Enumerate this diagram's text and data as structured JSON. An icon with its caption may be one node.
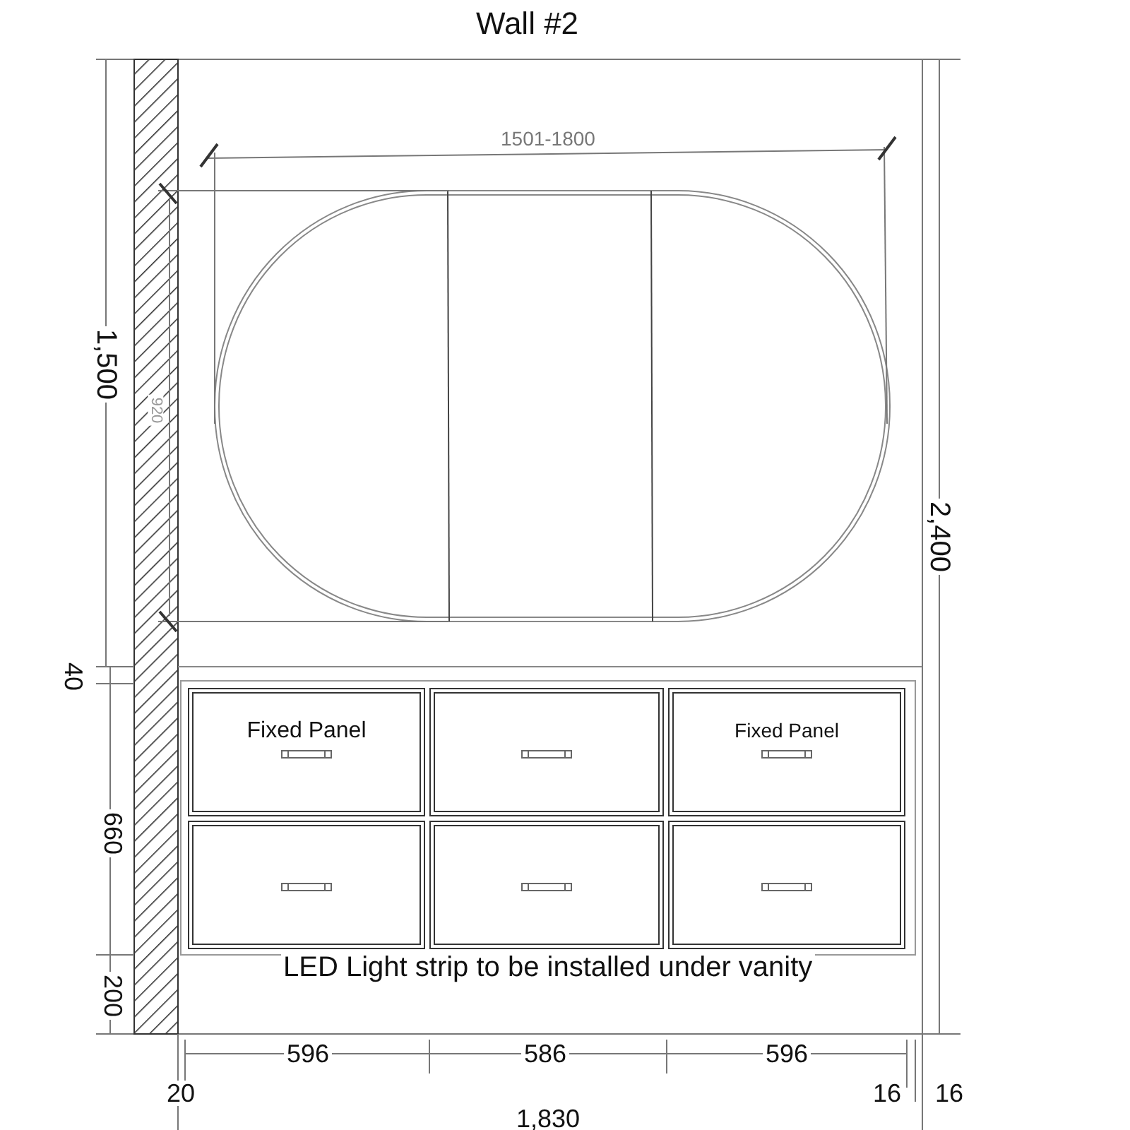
{
  "diagram": {
    "title": "Wall #2",
    "nodes": [
      {
        "text": [
          "Fixed Panel"
        ]
      },
      {
        "text": [],
        "shape": "box"
      },
      {
        "text": [
          "Fixed Panel"
        ]
      },
      {
        "text": [],
        "shape": "box"
      },
      {
        "text": [],
        "shape": "box"
      },
      {
        "text": [],
        "shape": "box"
      }
    ],
    "labels": [
      "1501-1800",
      "1,500",
      "920",
      "2,400",
      "40",
      "660",
      "LED Light strip to be installed under vanity",
      "200",
      "596",
      "586",
      "596",
      "20",
      "16",
      "16",
      "1,830"
    ]
  }
}
